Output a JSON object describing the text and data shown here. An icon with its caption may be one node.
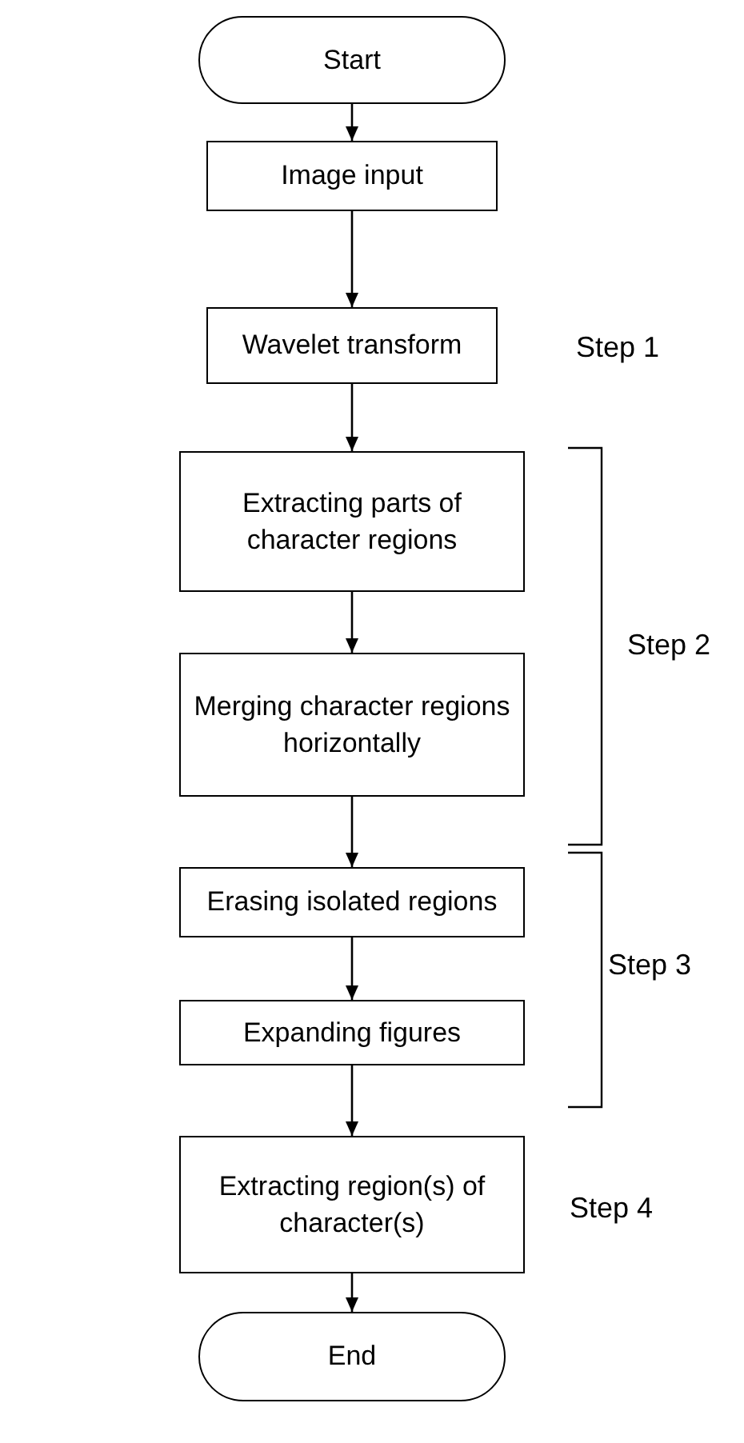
{
  "diagram": {
    "nodes": [
      {
        "text": [
          "Start"
        ]
      },
      {
        "text": [
          "Image input"
        ]
      },
      {
        "text": [
          "Wavelet transform"
        ]
      },
      {
        "text": [
          "Extracting parts of character regions"
        ]
      },
      {
        "text": [
          "Merging character regions horizontally"
        ]
      },
      {
        "text": [
          "Erasing isolated regions"
        ]
      },
      {
        "text": [
          "Expanding figures"
        ]
      },
      {
        "text": [
          "Extracting region(s) of character(s)"
        ]
      },
      {
        "text": [
          "End"
        ]
      }
    ],
    "edges": [
      {
        "from": 0,
        "to": 1,
        "arrow": "to"
      },
      {
        "from": 1,
        "to": 2,
        "arrow": "to"
      },
      {
        "from": 2,
        "to": 3,
        "arrow": "to"
      },
      {
        "from": 3,
        "to": 4,
        "arrow": "to"
      },
      {
        "from": 4,
        "to": 5,
        "arrow": "to"
      },
      {
        "from": 5,
        "to": 6,
        "arrow": "to"
      },
      {
        "from": 6,
        "to": 7,
        "arrow": "to"
      },
      {
        "from": 7,
        "to": 8,
        "arrow": "to"
      }
    ],
    "labels": [
      "Step 1",
      "Step 2",
      "Step 3",
      "Step 4"
    ]
  }
}
